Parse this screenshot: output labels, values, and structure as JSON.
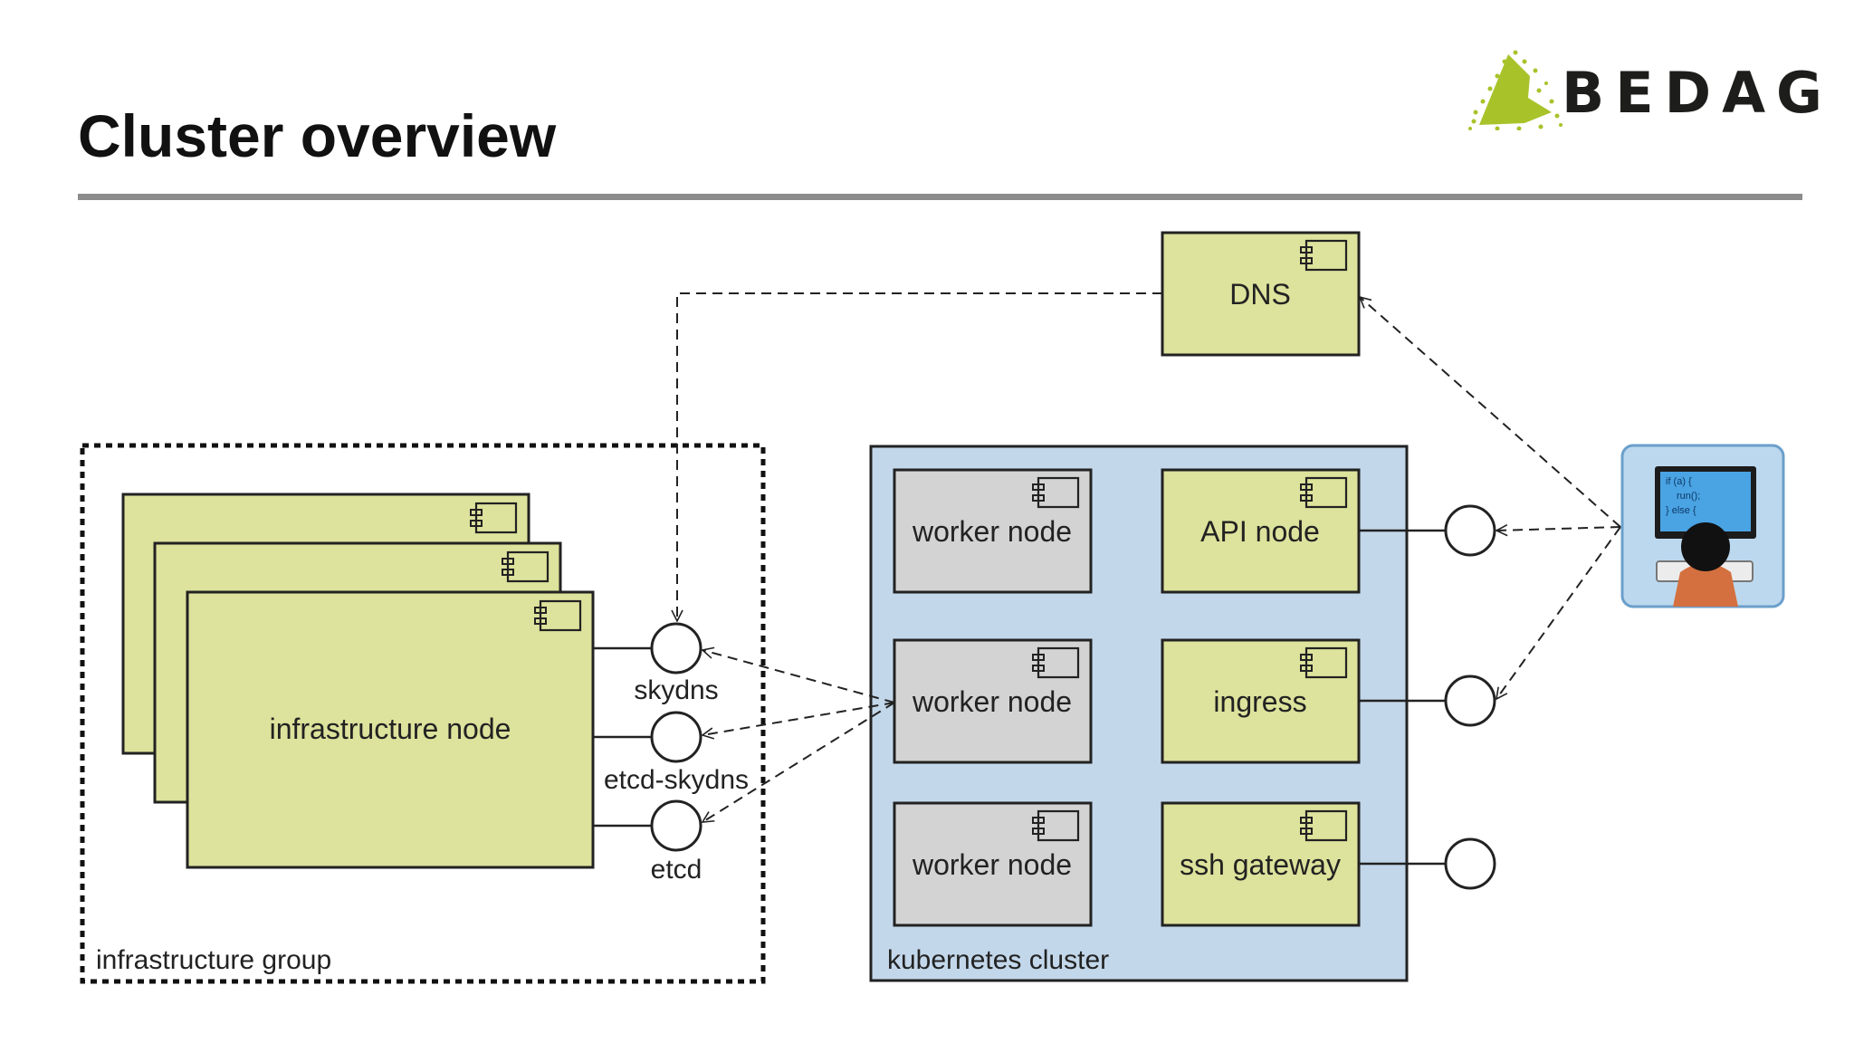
{
  "slide": {
    "title": "Cluster overview",
    "brand": "BEDAG"
  },
  "colors": {
    "node_fill": "#dde29c",
    "worker_fill": "#d3d3d3",
    "cluster_fill": "#c3d7ea",
    "brand_green": "#a8c32a",
    "divider": "#8c8c8c"
  },
  "diagram": {
    "infrastructure_group": {
      "label": "infrastructure group",
      "node_label": "infrastructure node",
      "interfaces": [
        "skydns",
        "etcd-skydns",
        "etcd"
      ]
    },
    "kubernetes_cluster": {
      "label": "kubernetes cluster",
      "workers": [
        "worker node",
        "worker node",
        "worker node"
      ],
      "services": [
        "API node",
        "ingress",
        "ssh gateway"
      ]
    },
    "dns": {
      "label": "DNS"
    },
    "user": {
      "icon": "developer-workstation-icon",
      "code_lines": [
        "if (a) {",
        "run();",
        "} else {"
      ]
    }
  }
}
